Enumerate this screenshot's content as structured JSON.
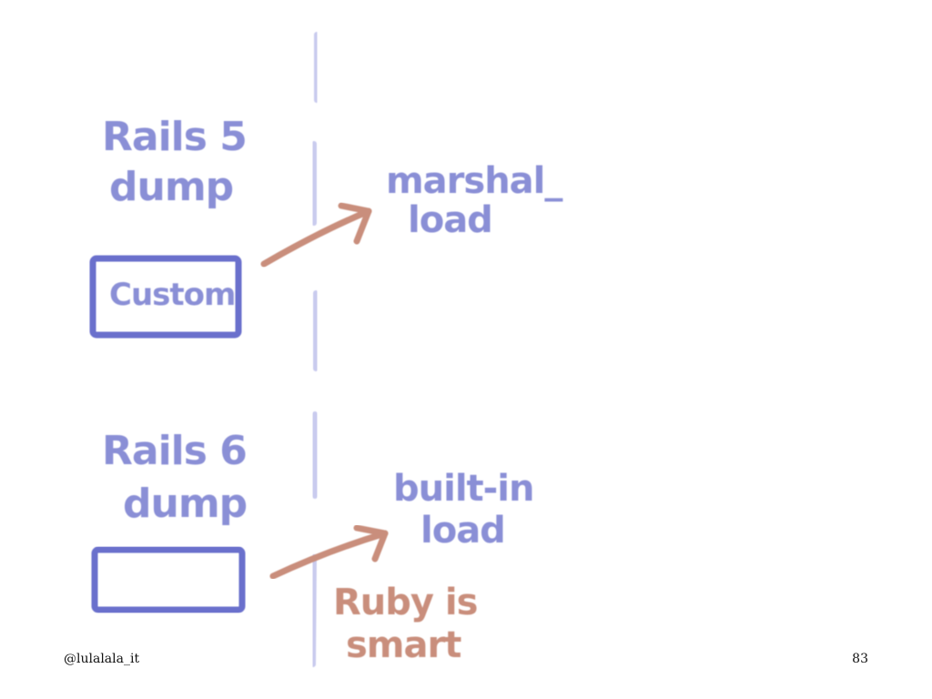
{
  "colors": {
    "blue_ink": "#8a8fd6",
    "box_ink": "#6a70cc",
    "divider_ink": "#c9cbee",
    "red_ink": "#c98e7c"
  },
  "top": {
    "left_label_line1": "Rails 5",
    "left_label_line2": "dump",
    "box_label": "Custom",
    "right_label_line1": "marshal_",
    "right_label_line2": "load"
  },
  "bottom": {
    "left_label_line1": "Rails 6",
    "left_label_line2": "dump",
    "right_label_line1": "built-in",
    "right_label_line2": "load",
    "note_line1": "Ruby is",
    "note_line2": "smart"
  },
  "footer": {
    "handle": "@lulalala_it",
    "page_number": "83"
  }
}
